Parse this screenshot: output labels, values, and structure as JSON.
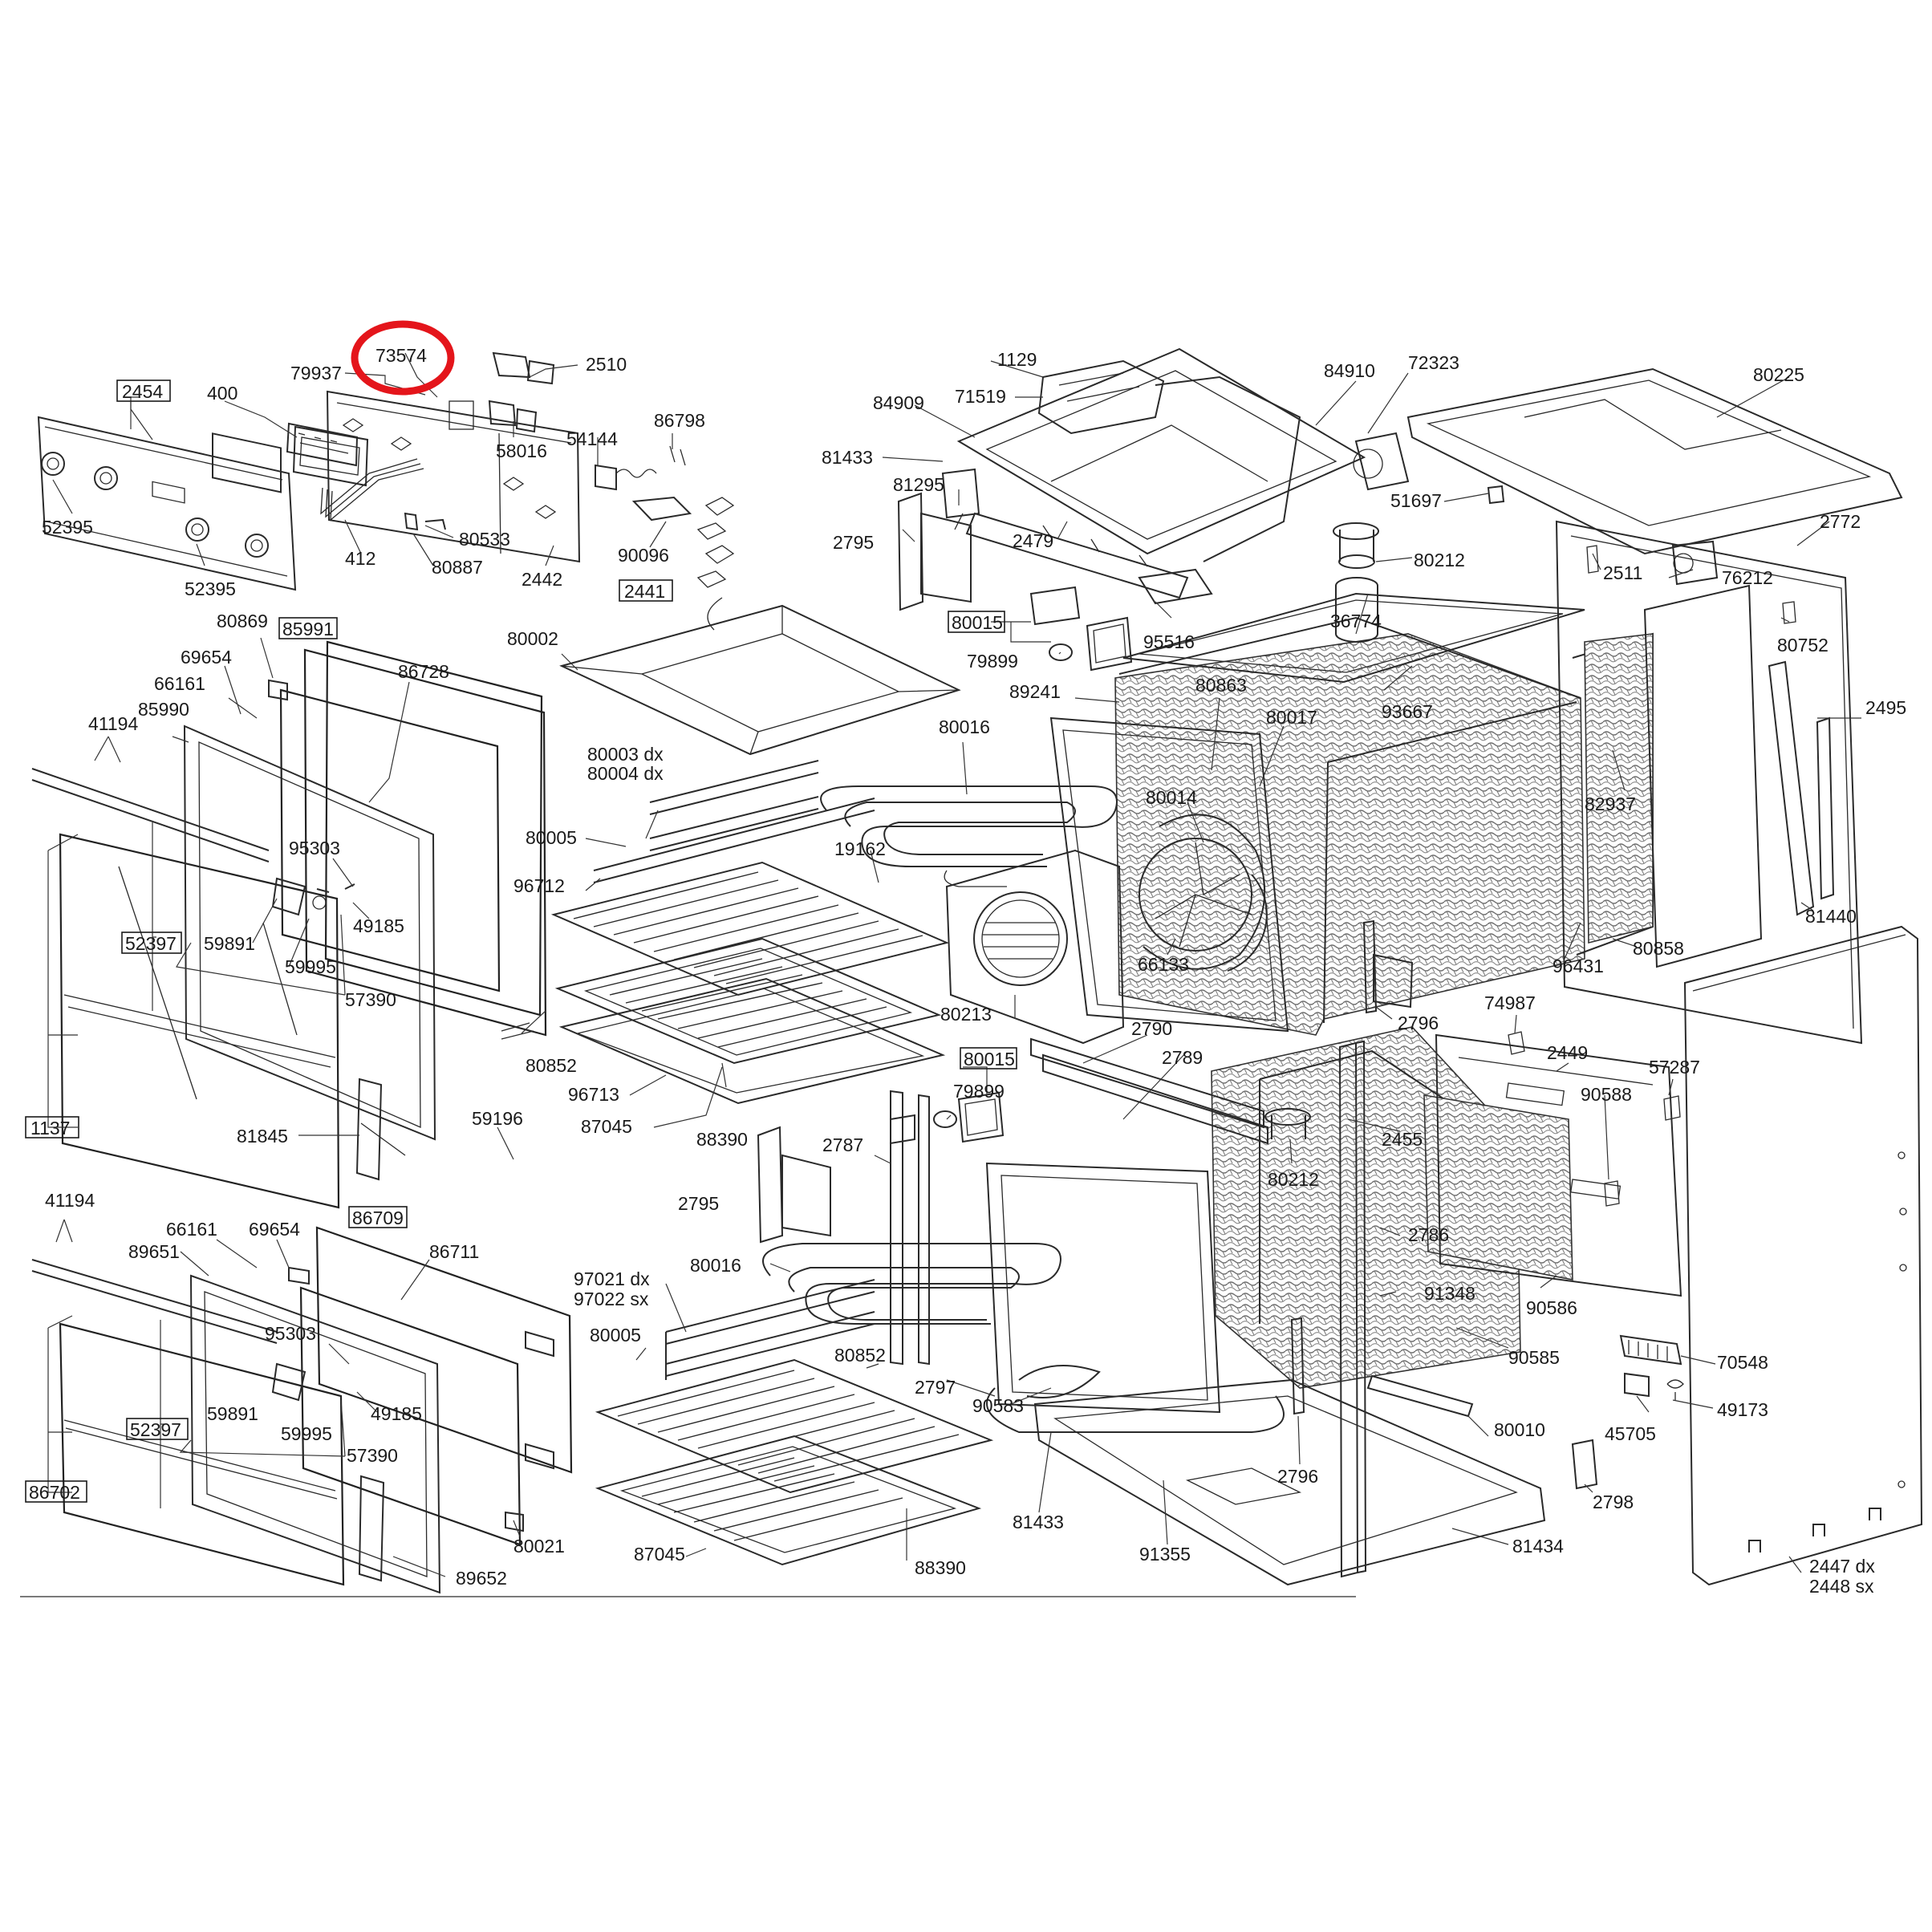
{
  "highlight": {
    "label": "73574",
    "color": "#e4151b"
  },
  "labels": [
    {
      "id": "2454",
      "text": "2454",
      "boxed": true
    },
    {
      "id": "400",
      "text": "400"
    },
    {
      "id": "79937",
      "text": "79937"
    },
    {
      "id": "73574",
      "text": "73574"
    },
    {
      "id": "2510",
      "text": "2510"
    },
    {
      "id": "58016",
      "text": "58016"
    },
    {
      "id": "54144",
      "text": "54144"
    },
    {
      "id": "86798",
      "text": "86798"
    },
    {
      "id": "52395a",
      "text": "52395"
    },
    {
      "id": "52395b",
      "text": "52395"
    },
    {
      "id": "412",
      "text": "412"
    },
    {
      "id": "80533",
      "text": "80533"
    },
    {
      "id": "80887",
      "text": "80887"
    },
    {
      "id": "2442",
      "text": "2442"
    },
    {
      "id": "90096",
      "text": "90096"
    },
    {
      "id": "2441",
      "text": "2441",
      "boxed": true
    },
    {
      "id": "80869",
      "text": "80869"
    },
    {
      "id": "85991",
      "text": "85991",
      "boxed": true
    },
    {
      "id": "69654a",
      "text": "69654"
    },
    {
      "id": "66161a",
      "text": "66161"
    },
    {
      "id": "41194a",
      "text": "41194"
    },
    {
      "id": "85990",
      "text": "85990"
    },
    {
      "id": "86728",
      "text": "86728"
    },
    {
      "id": "95303a",
      "text": "95303"
    },
    {
      "id": "49185a",
      "text": "49185"
    },
    {
      "id": "52397a",
      "text": "52397",
      "boxed": true
    },
    {
      "id": "59891a",
      "text": "59891"
    },
    {
      "id": "59995a",
      "text": "59995"
    },
    {
      "id": "57390a",
      "text": "57390"
    },
    {
      "id": "1137",
      "text": "1137",
      "boxed": true
    },
    {
      "id": "81845",
      "text": "81845"
    },
    {
      "id": "80852a",
      "text": "80852"
    },
    {
      "id": "59196",
      "text": "59196"
    },
    {
      "id": "41194b",
      "text": "41194"
    },
    {
      "id": "66161b",
      "text": "66161"
    },
    {
      "id": "69654b",
      "text": "69654"
    },
    {
      "id": "86709",
      "text": "86709",
      "boxed": true
    },
    {
      "id": "89651",
      "text": "89651"
    },
    {
      "id": "86711",
      "text": "86711"
    },
    {
      "id": "95303b",
      "text": "95303"
    },
    {
      "id": "49185b",
      "text": "49185"
    },
    {
      "id": "52397b",
      "text": "52397",
      "boxed": true
    },
    {
      "id": "59891b",
      "text": "59891"
    },
    {
      "id": "59995b",
      "text": "59995"
    },
    {
      "id": "57390b",
      "text": "57390"
    },
    {
      "id": "86702",
      "text": "86702",
      "boxed": true
    },
    {
      "id": "80021",
      "text": "80021"
    },
    {
      "id": "89652",
      "text": "89652"
    },
    {
      "id": "80002",
      "text": "80002"
    },
    {
      "id": "80003",
      "text": "80003 dx"
    },
    {
      "id": "80004",
      "text": "80004 dx"
    },
    {
      "id": "80005a",
      "text": "80005"
    },
    {
      "id": "96712",
      "text": "96712"
    },
    {
      "id": "19162",
      "text": "19162"
    },
    {
      "id": "96713",
      "text": "96713"
    },
    {
      "id": "87045a",
      "text": "87045"
    },
    {
      "id": "88390a",
      "text": "88390"
    },
    {
      "id": "1129",
      "text": "1129"
    },
    {
      "id": "84909",
      "text": "84909"
    },
    {
      "id": "71519",
      "text": "71519"
    },
    {
      "id": "84910",
      "text": "84910"
    },
    {
      "id": "72323",
      "text": "72323"
    },
    {
      "id": "80225",
      "text": "80225"
    },
    {
      "id": "81433a",
      "text": "81433"
    },
    {
      "id": "81295",
      "text": "81295"
    },
    {
      "id": "2795a",
      "text": "2795"
    },
    {
      "id": "2479",
      "text": "2479"
    },
    {
      "id": "51697",
      "text": "51697"
    },
    {
      "id": "80212a",
      "text": "80212"
    },
    {
      "id": "2772",
      "text": "2772"
    },
    {
      "id": "2511",
      "text": "2511"
    },
    {
      "id": "76212",
      "text": "76212"
    },
    {
      "id": "36774",
      "text": "36774"
    },
    {
      "id": "80015a",
      "text": "80015",
      "boxed": true
    },
    {
      "id": "79899a",
      "text": "79899"
    },
    {
      "id": "95516",
      "text": "95516"
    },
    {
      "id": "80752",
      "text": "80752"
    },
    {
      "id": "89241",
      "text": "89241"
    },
    {
      "id": "80863",
      "text": "80863"
    },
    {
      "id": "80017",
      "text": "80017"
    },
    {
      "id": "93667",
      "text": "93667"
    },
    {
      "id": "2495",
      "text": "2495"
    },
    {
      "id": "80016a",
      "text": "80016"
    },
    {
      "id": "80014",
      "text": "80014"
    },
    {
      "id": "82937",
      "text": "82937"
    },
    {
      "id": "66133",
      "text": "66133"
    },
    {
      "id": "81440",
      "text": "81440"
    },
    {
      "id": "80858",
      "text": "80858"
    },
    {
      "id": "96431",
      "text": "96431"
    },
    {
      "id": "80213",
      "text": "80213"
    },
    {
      "id": "2790",
      "text": "2790"
    },
    {
      "id": "2796a",
      "text": "2796"
    },
    {
      "id": "74987",
      "text": "74987"
    },
    {
      "id": "80015b",
      "text": "80015",
      "boxed": true
    },
    {
      "id": "2789",
      "text": "2789"
    },
    {
      "id": "2449",
      "text": "2449"
    },
    {
      "id": "57287",
      "text": "57287"
    },
    {
      "id": "79899b",
      "text": "79899"
    },
    {
      "id": "90588",
      "text": "90588"
    },
    {
      "id": "2787",
      "text": "2787"
    },
    {
      "id": "2455",
      "text": "2455"
    },
    {
      "id": "2795b",
      "text": "2795"
    },
    {
      "id": "80212b",
      "text": "80212"
    },
    {
      "id": "80016b",
      "text": "80016"
    },
    {
      "id": "2786",
      "text": "2786"
    },
    {
      "id": "97021",
      "text": "97021 dx"
    },
    {
      "id": "97022",
      "text": "97022 sx"
    },
    {
      "id": "91348",
      "text": "91348"
    },
    {
      "id": "90586",
      "text": "90586"
    },
    {
      "id": "80005b",
      "text": "80005"
    },
    {
      "id": "80852b",
      "text": "80852"
    },
    {
      "id": "70548",
      "text": "70548"
    },
    {
      "id": "2797",
      "text": "2797"
    },
    {
      "id": "90583",
      "text": "90583"
    },
    {
      "id": "90585",
      "text": "90585"
    },
    {
      "id": "49173",
      "text": "49173"
    },
    {
      "id": "80010",
      "text": "80010"
    },
    {
      "id": "45705",
      "text": "45705"
    },
    {
      "id": "2796b",
      "text": "2796"
    },
    {
      "id": "2798",
      "text": "2798"
    },
    {
      "id": "81433b",
      "text": "81433"
    },
    {
      "id": "91355",
      "text": "91355"
    },
    {
      "id": "81434",
      "text": "81434"
    },
    {
      "id": "87045b",
      "text": "87045"
    },
    {
      "id": "88390b",
      "text": "88390"
    },
    {
      "id": "2447",
      "text": "2447 dx"
    },
    {
      "id": "2448",
      "text": "2448 sx"
    }
  ]
}
